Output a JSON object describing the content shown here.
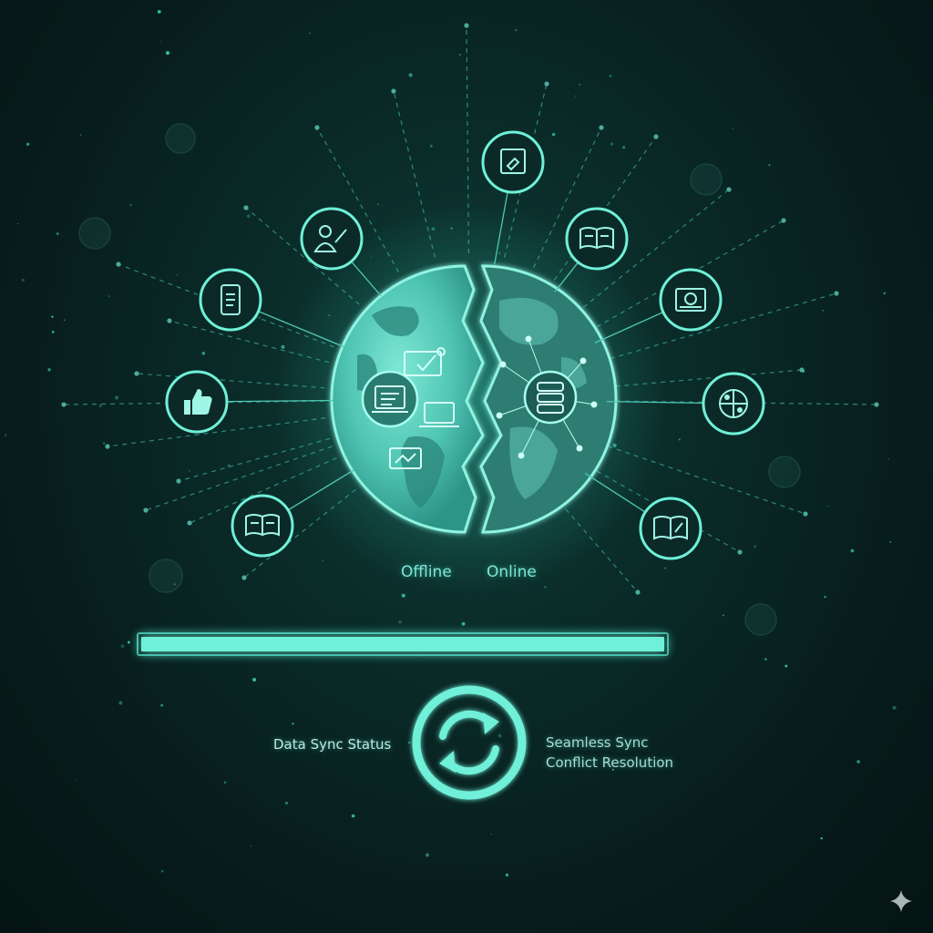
{
  "globe": {
    "left_label": "Offline",
    "right_label": "Online"
  },
  "progress": {
    "fraction": 1.0
  },
  "sync": {
    "status_label": "Data Sync Status",
    "feature_line_1": "Seamless Sync",
    "feature_line_2": "Conflict Resolution"
  },
  "icons": [
    "document-edit-icon",
    "person-writing-icon",
    "mobile-document-icon",
    "thumbs-up-icon",
    "open-book-icon",
    "open-book-icon",
    "certificate-icon",
    "puzzle-icon",
    "notebook-icon",
    "laptop-checklist-icon",
    "database-icon",
    "sync-icon",
    "sparkle-icon"
  ],
  "colors": {
    "accent": "#6ff0d9",
    "globe": "#4fc7b5",
    "background": "#071c1b"
  }
}
